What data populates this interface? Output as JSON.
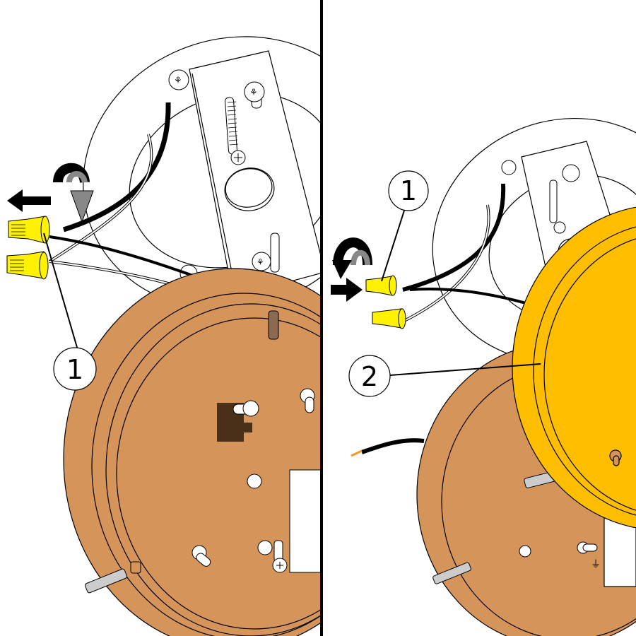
{
  "diagram": {
    "layout": "two-panel installation illustration",
    "panels": [
      {
        "id": "left",
        "step_description": "Remove wire connectors (twist counter-clockwise, pull away)",
        "callouts": [
          {
            "label": "1",
            "target": "wire-connector"
          }
        ],
        "arrows": [
          "pull-left-arrow",
          "rotate-arrow"
        ]
      },
      {
        "id": "right",
        "step_description": "Attach wire connectors (twist clockwise, push on) and mount fixture cover",
        "callouts": [
          {
            "label": "1",
            "target": "wire-connector"
          },
          {
            "label": "2",
            "target": "fixture-cover"
          }
        ],
        "arrows": [
          "push-right-arrow",
          "rotate-arrow"
        ]
      }
    ],
    "colors": {
      "base_plate": "#D4945A",
      "base_plate_dark": "#4A3018",
      "cover": "#FFBE00",
      "wire_connector": "#FFF200",
      "arrow_gray": "#888888",
      "wire_strip": "#F39A1E",
      "divider": "#000000"
    }
  },
  "callouts": {
    "left_1": "1",
    "right_1": "1",
    "right_2": "2"
  }
}
